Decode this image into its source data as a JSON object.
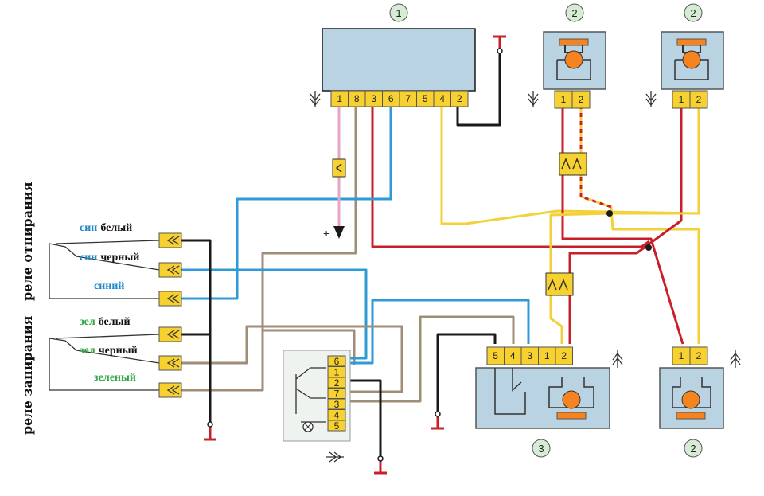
{
  "colors": {
    "yellow": "#f2d13a",
    "red": "#c8202a",
    "blue": "#2f9bd6",
    "brown": "#a08d78",
    "black": "#1a1a1a",
    "pink": "#e7a6c7",
    "box": "#b9d3e3",
    "motor": "#f5831f",
    "callout": "#d6ecd5",
    "connector": "#f7d12f",
    "label_blue": "#1e88c8",
    "label_green": "#2fa844"
  },
  "callouts": {
    "c1": "1",
    "c2a": "2",
    "c2b": "2",
    "c2c": "2",
    "c3": "3"
  },
  "control_unit": {
    "pins": [
      "1",
      "8",
      "3",
      "6",
      "7",
      "5",
      "4",
      "2"
    ]
  },
  "motor_top_left": {
    "pins": [
      "1",
      "2"
    ]
  },
  "motor_top_right": {
    "pins": [
      "1",
      "2"
    ]
  },
  "motor_bottom_right": {
    "pins": [
      "1",
      "2"
    ]
  },
  "driver_motor": {
    "pins": [
      "5",
      "4",
      "3",
      "1",
      "2"
    ]
  },
  "switch_connector": {
    "pins": [
      "6",
      "1",
      "2",
      "7",
      "3",
      "4",
      "5"
    ]
  },
  "plus_sign": "+",
  "relay_unlock": {
    "label": "реле отпирания",
    "wires": [
      {
        "color_word": "син",
        "color_rest": "белый"
      },
      {
        "color_word": "син",
        "color_rest": "черный"
      },
      {
        "color_word": "синий",
        "color_rest": ""
      }
    ]
  },
  "relay_lock": {
    "label": "реле запирания",
    "wires": [
      {
        "color_word": "зел",
        "color_rest": "белый"
      },
      {
        "color_word": "зел",
        "color_rest": "черный"
      },
      {
        "color_word": "зеленый",
        "color_rest": ""
      }
    ]
  }
}
